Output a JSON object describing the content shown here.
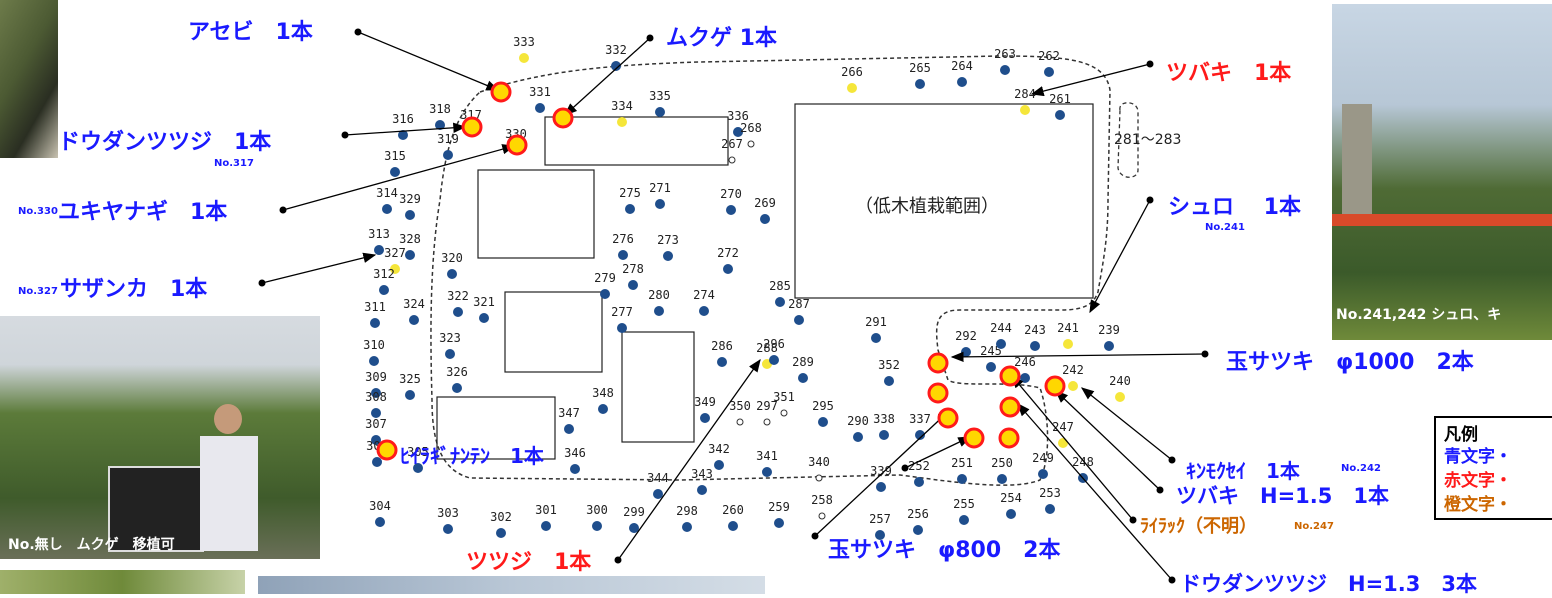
{
  "trees": [
    {
      "n": "333",
      "c": "y"
    },
    {
      "n": "332",
      "c": "b"
    },
    {
      "n": "331",
      "c": "b"
    },
    {
      "n": "335",
      "c": "b"
    },
    {
      "n": "334",
      "c": "y"
    },
    {
      "n": "336",
      "c": "b"
    },
    {
      "n": "267",
      "c": "o"
    },
    {
      "n": "268",
      "c": "o"
    },
    {
      "n": "266",
      "c": "y"
    },
    {
      "n": "265",
      "c": "b"
    },
    {
      "n": "264",
      "c": "b"
    },
    {
      "n": "263",
      "c": "b"
    },
    {
      "n": "262",
      "c": "b"
    },
    {
      "n": "284",
      "c": "y"
    },
    {
      "n": "261",
      "c": "b"
    },
    {
      "n": "316",
      "c": "b"
    },
    {
      "n": "318",
      "c": "b"
    },
    {
      "n": "317",
      "c": "b"
    },
    {
      "n": "330",
      "c": "b"
    },
    {
      "n": "319",
      "c": "b"
    },
    {
      "n": "315",
      "c": "b"
    },
    {
      "n": "314",
      "c": "b"
    },
    {
      "n": "329",
      "c": "b"
    },
    {
      "n": "313",
      "c": "b"
    },
    {
      "n": "328",
      "c": "b"
    },
    {
      "n": "327",
      "c": "y"
    },
    {
      "n": "312",
      "c": "b"
    },
    {
      "n": "320",
      "c": "b"
    },
    {
      "n": "311",
      "c": "b"
    },
    {
      "n": "324",
      "c": "b"
    },
    {
      "n": "322",
      "c": "b"
    },
    {
      "n": "321",
      "c": "b"
    },
    {
      "n": "310",
      "c": "b"
    },
    {
      "n": "323",
      "c": "b"
    },
    {
      "n": "326",
      "c": "b"
    },
    {
      "n": "325",
      "c": "b"
    },
    {
      "n": "309",
      "c": "b"
    },
    {
      "n": "308",
      "c": "b"
    },
    {
      "n": "307",
      "c": "b"
    },
    {
      "n": "306",
      "c": "b"
    },
    {
      "n": "305",
      "c": "b"
    },
    {
      "n": "304",
      "c": "b"
    },
    {
      "n": "303",
      "c": "b"
    },
    {
      "n": "302",
      "c": "b"
    },
    {
      "n": "301",
      "c": "b"
    },
    {
      "n": "300",
      "c": "b"
    },
    {
      "n": "299",
      "c": "b"
    },
    {
      "n": "298",
      "c": "b"
    },
    {
      "n": "260",
      "c": "b"
    },
    {
      "n": "259",
      "c": "b"
    },
    {
      "n": "258",
      "c": "o"
    },
    {
      "n": "257",
      "c": "b"
    },
    {
      "n": "256",
      "c": "b"
    },
    {
      "n": "255",
      "c": "b"
    },
    {
      "n": "254",
      "c": "b"
    },
    {
      "n": "253",
      "c": "b"
    },
    {
      "n": "275",
      "c": "b"
    },
    {
      "n": "271",
      "c": "b"
    },
    {
      "n": "270",
      "c": "b"
    },
    {
      "n": "269",
      "c": "b"
    },
    {
      "n": "276",
      "c": "b"
    },
    {
      "n": "273",
      "c": "b"
    },
    {
      "n": "272",
      "c": "b"
    },
    {
      "n": "279",
      "c": "b"
    },
    {
      "n": "278",
      "c": "b"
    },
    {
      "n": "280",
      "c": "b"
    },
    {
      "n": "274",
      "c": "b"
    },
    {
      "n": "277",
      "c": "b"
    },
    {
      "n": "285",
      "c": "b"
    },
    {
      "n": "287",
      "c": "b"
    },
    {
      "n": "291",
      "c": "b"
    },
    {
      "n": "286",
      "c": "b"
    },
    {
      "n": "288",
      "c": "y"
    },
    {
      "n": "296",
      "c": "b"
    },
    {
      "n": "289",
      "c": "b"
    },
    {
      "n": "352",
      "c": "b"
    },
    {
      "n": "348",
      "c": "b"
    },
    {
      "n": "347",
      "c": "b"
    },
    {
      "n": "349",
      "c": "b"
    },
    {
      "n": "350",
      "c": "o"
    },
    {
      "n": "351",
      "c": "o"
    },
    {
      "n": "297",
      "c": "o"
    },
    {
      "n": "295",
      "c": "b"
    },
    {
      "n": "290",
      "c": "b"
    },
    {
      "n": "338",
      "c": "b"
    },
    {
      "n": "337",
      "c": "b"
    },
    {
      "n": "346",
      "c": "b"
    },
    {
      "n": "342",
      "c": "b"
    },
    {
      "n": "341",
      "c": "b"
    },
    {
      "n": "340",
      "c": "o"
    },
    {
      "n": "344",
      "c": "b"
    },
    {
      "n": "343",
      "c": "b"
    },
    {
      "n": "339",
      "c": "b"
    },
    {
      "n": "252",
      "c": "b"
    },
    {
      "n": "251",
      "c": "b"
    },
    {
      "n": "250",
      "c": "b"
    },
    {
      "n": "249",
      "c": "b"
    },
    {
      "n": "248",
      "c": "b"
    },
    {
      "n": "247",
      "c": "y"
    },
    {
      "n": "292",
      "c": "b"
    },
    {
      "n": "245",
      "c": "b"
    },
    {
      "n": "244",
      "c": "b"
    },
    {
      "n": "243",
      "c": "b"
    },
    {
      "n": "241",
      "c": "y"
    },
    {
      "n": "239",
      "c": "b"
    },
    {
      "n": "246",
      "c": "b"
    },
    {
      "n": "242",
      "c": "y"
    },
    {
      "n": "240",
      "c": "y"
    }
  ],
  "range_label": "281～283",
  "lowtree_label": "（低木植栽範囲）",
  "labels": {
    "asebi": "アセビ　1本",
    "mukuge": "ムクゲ 1本",
    "tsubaki_top": "ツバキ　1本",
    "dodan317": "ドウダンツツジ　1本",
    "no317": "No.317",
    "no330": "No.330",
    "yukiyanagi": "ユキヤナギ　1本",
    "shuro": "シュロ　 1本",
    "no241": "No.241",
    "no327": "No.327",
    "sazanka": "サザンカ　1本",
    "tamasatsuki_1000": "玉サツキ　φ1000　2本",
    "kinmokusei": "ｷﾝﾓｸｾｲ　1本",
    "no242": "No.242",
    "tsubaki_h": "ツバキ　H=1.5　1本",
    "lilac": "ﾗｲﾗｯｸ（不明）",
    "no247": "No.247",
    "tamasatsuki_800": "玉サツキ　φ800　2本",
    "dodan_h": "ドウダンツツジ　H=1.3　3本",
    "hiiragi": "ﾋｲﾗｷﾞﾅﾝﾃﾝ　1本",
    "tsutsuji": "ツツジ　1本"
  },
  "legend": {
    "title": "凡例",
    "blue": "青文字・",
    "red": "赤文字・",
    "orange": "橙文字・"
  },
  "photos": {
    "right_caption": "No.241,242 シュロ、キ",
    "left_caption": "No.無し　ムクゲ　移植可"
  },
  "colors": {
    "blue": "#1a1aff",
    "red": "#ff1a1a",
    "orange": "#cc6600",
    "dot_blue": "#1f4e8c",
    "dot_yellow": "#f5e63a",
    "marker_red": "#ff1a1a",
    "marker_fill": "#ffd700"
  }
}
